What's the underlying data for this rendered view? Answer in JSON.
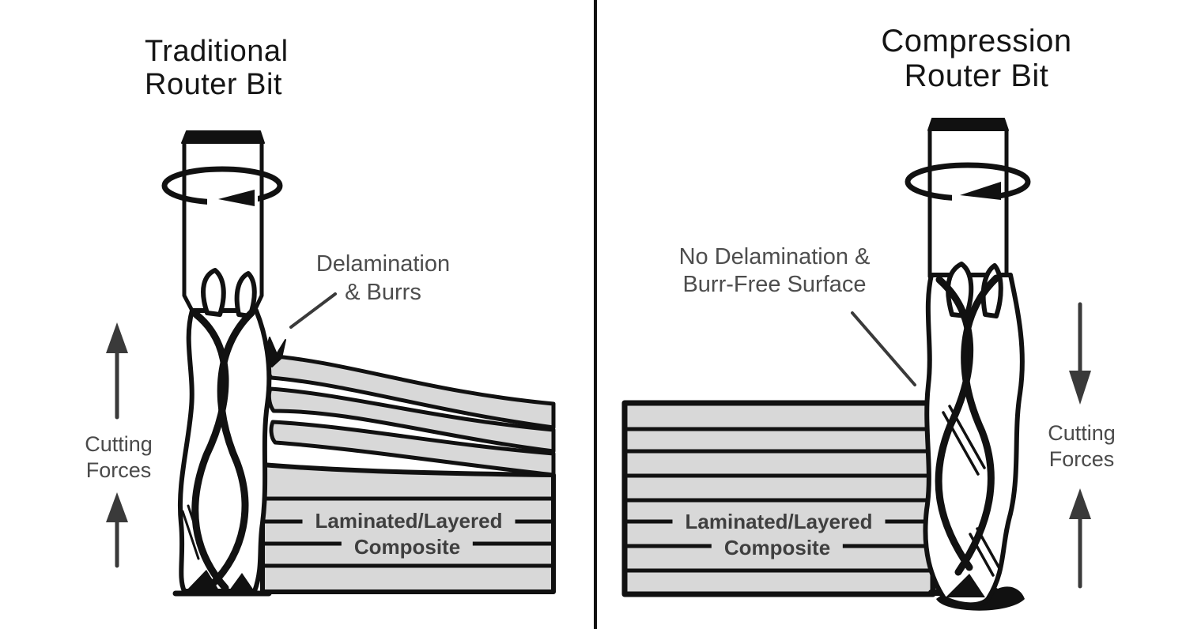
{
  "left_panel": {
    "title_line1": "Traditional",
    "title_line2": "Router Bit",
    "callout_line1": "Delamination",
    "callout_line2": "& Burrs",
    "forces_line1": "Cutting",
    "forces_line2": "Forces",
    "material_line1": "Laminated/Layered",
    "material_line2": "Composite"
  },
  "right_panel": {
    "title_line1": "Compression",
    "title_line2": "Router Bit",
    "callout_line1": "No Delamination &",
    "callout_line2": "Burr-Free Surface",
    "forces_line1": "Cutting",
    "forces_line2": "Forces",
    "material_line1": "Laminated/Layered",
    "material_line2": "Composite"
  },
  "icons": {
    "rotation_arrow": "elliptical-spin-arrow",
    "up_arrow": "↑",
    "down_arrow": "↓"
  },
  "colors": {
    "ink": "#111111",
    "label_gray": "#4d4d4d",
    "material_fill": "#d8d8d8",
    "arrow_gray": "#3a3a3a",
    "background": "#ffffff"
  }
}
